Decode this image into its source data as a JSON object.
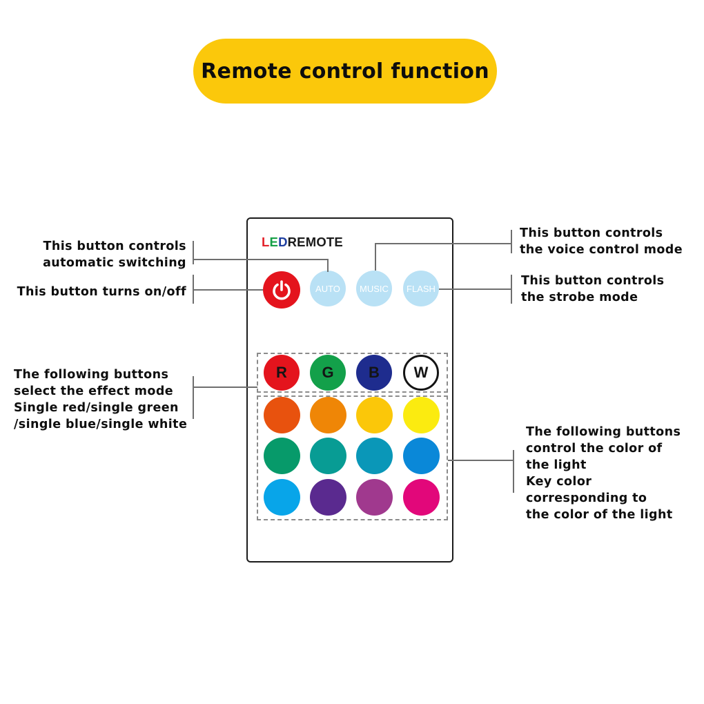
{
  "banner": {
    "title": "Remote control function",
    "color": "#fbc80b"
  },
  "remote": {
    "brand": {
      "l": "L",
      "e": "E",
      "d": "D",
      "rest": "REMOTE"
    },
    "power_icon": "power-icon",
    "modes": [
      {
        "label": "AUTO"
      },
      {
        "label": "MUSIC"
      },
      {
        "label": "FLASH"
      }
    ],
    "letters": [
      {
        "label": "R",
        "color": "#e4141d"
      },
      {
        "label": "G",
        "color": "#13a04a"
      },
      {
        "label": "B",
        "color": "#1e2c8e"
      },
      {
        "label": "W",
        "color": "#ffffff"
      }
    ],
    "color_keys": [
      [
        "#e8520e",
        "#ef8606",
        "#fbc709",
        "#fbeb10"
      ],
      [
        "#079a6a",
        "#089c94",
        "#0a97b8",
        "#0a88d8"
      ],
      [
        "#08a5e9",
        "#5a2a8f",
        "#a0398e",
        "#e2077a"
      ]
    ]
  },
  "annotations": {
    "auto": [
      "This button controls",
      "automatic switching"
    ],
    "power": [
      "This button turns on/off"
    ],
    "effect": [
      "The following buttons",
      "select the effect mode",
      "Single red/single green",
      "/single blue/single white"
    ],
    "music": [
      "This button controls",
      "the voice control mode"
    ],
    "flash": [
      "This button controls",
      "the strobe mode"
    ],
    "color": [
      "The following buttons",
      "control the color of",
      "the light",
      "Key color",
      "corresponding to",
      "the color of the light"
    ]
  }
}
